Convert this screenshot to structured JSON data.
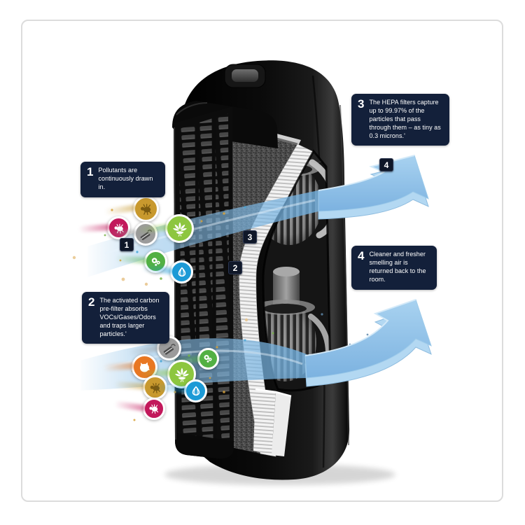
{
  "figure": {
    "kind": "air-purifier-airflow-cutaway-diagram"
  },
  "callouts": [
    {
      "number": "1",
      "text": "Pollutants are continuously drawn in."
    },
    {
      "number": "2",
      "text": "The activated carbon pre-filter absorbs VOCs/Gases/Odors and traps larger particles.'"
    },
    {
      "number": "3",
      "text": "The HEPA filters capture up to 99.97% of the particles that pass through them – as tiny as 0.3 microns.'"
    },
    {
      "number": "4",
      "text": "Cleaner and fresher smelling air is returned back to the room."
    }
  ],
  "step_markers": [
    {
      "label": "1"
    },
    {
      "label": "2"
    },
    {
      "label": "3"
    },
    {
      "label": "4"
    }
  ],
  "particles": {
    "upper": [
      {
        "icon": "dust-mite",
        "palette": "gold"
      },
      {
        "icon": "dust-mite",
        "palette": "magenta"
      },
      {
        "icon": "smoke",
        "palette": "gray"
      },
      {
        "icon": "pollen",
        "palette": "lime"
      },
      {
        "icon": "mold-spores",
        "palette": "green"
      },
      {
        "icon": "odor",
        "palette": "blue"
      }
    ],
    "lower": [
      {
        "icon": "smoke",
        "palette": "gray"
      },
      {
        "icon": "pet-dander",
        "palette": "orange"
      },
      {
        "icon": "mold-spores",
        "palette": "green"
      },
      {
        "icon": "pollen",
        "palette": "lime"
      },
      {
        "icon": "dust-mite",
        "palette": "gold"
      },
      {
        "icon": "odor",
        "palette": "blue"
      },
      {
        "icon": "dust-mite",
        "palette": "magenta"
      }
    ]
  },
  "palette": {
    "callout_bg": "#13203A",
    "marker_bg": "#0F1728",
    "band_blue": "#8FC2E8",
    "arrow_face": "#8FC2E8",
    "arrow_side": "#B3D8F2",
    "body_black": "#0D0D0D",
    "gold": "#C8992E",
    "magenta": "#C2185B",
    "gray": "#9B9B9B",
    "lime": "#8DC63F",
    "green": "#52B043",
    "blue": "#1C9AD6",
    "orange": "#E87722"
  }
}
